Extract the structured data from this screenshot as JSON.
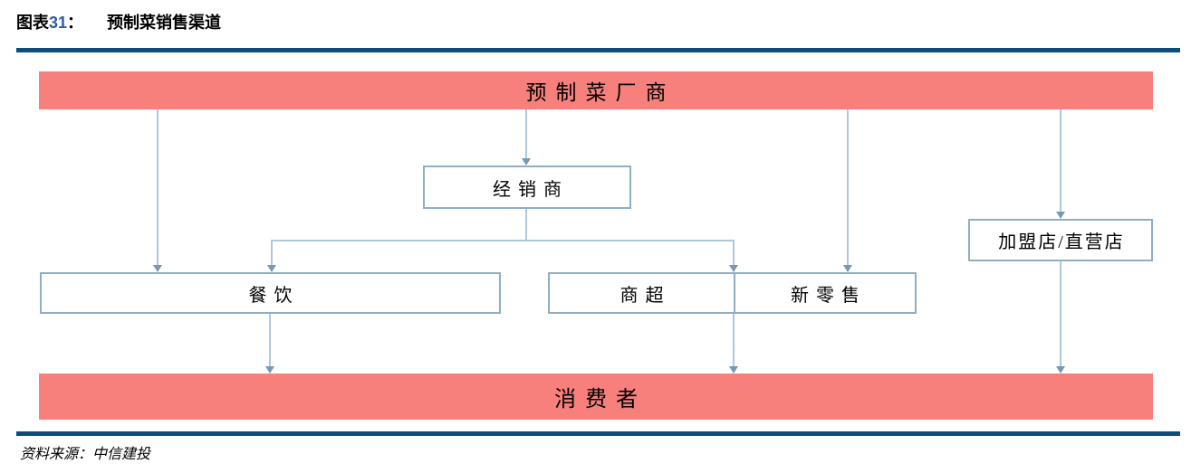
{
  "header": {
    "tag_prefix": "图表",
    "tag_number": "31",
    "tag_colon": "：",
    "title": "预制菜销售渠道"
  },
  "diagram": {
    "factory_bar": "预制菜厂商",
    "consumer_bar": "消费者",
    "nodes": {
      "distributor": "经销商",
      "catering": "餐饮",
      "supermarket": "商超",
      "new_retail": "新零售",
      "franchise_direct": "加盟店/直营店"
    },
    "flow_edges": [
      "预制菜厂商 → 经销商",
      "预制菜厂商 → 餐饮",
      "预制菜厂商 → 新零售",
      "预制菜厂商 → 加盟店/直营店",
      "经销商 → 餐饮",
      "经销商 → 商超/新零售",
      "餐饮 → 消费者",
      "商超/新零售 → 消费者",
      "加盟店/直营店 → 消费者"
    ]
  },
  "colors": {
    "bar_red": "#F7807D",
    "box_border_blue": "#8FAEC5",
    "connector_line": "#AEC8DA",
    "arrowhead": "#7799B4",
    "rule_navy": "#0E4C7B",
    "tag_number_blue": "#2E5BA8"
  },
  "footer": {
    "source": "资料来源：中信建投"
  }
}
